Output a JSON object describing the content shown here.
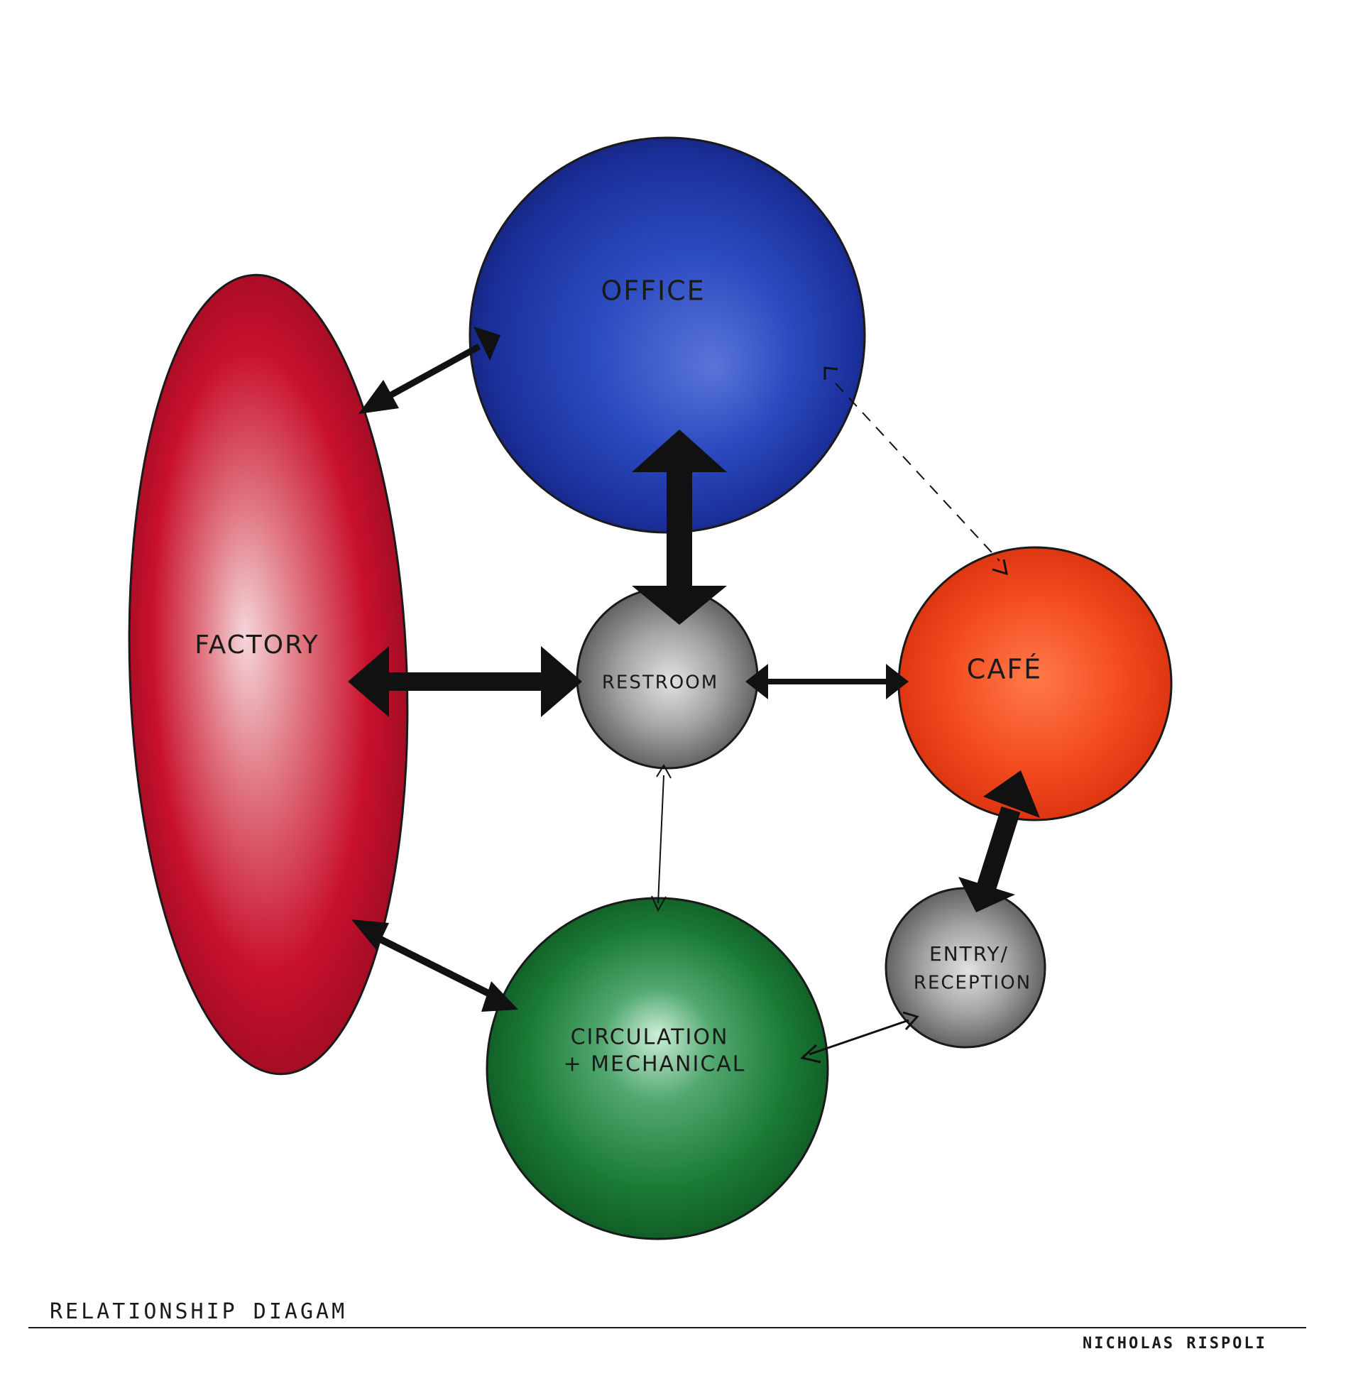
{
  "nodes": {
    "factory": {
      "label": "FACTORY",
      "color": "#c8102e"
    },
    "office": {
      "label": "OFFICE",
      "color": "#1f3fb0"
    },
    "restroom": {
      "label": "RESTROOM",
      "color": "#8a8a8a"
    },
    "cafe": {
      "label": "CAFÉ",
      "color": "#f24a1e"
    },
    "circulation": {
      "label_line1": "CIRCULATION",
      "label_line2": "+ MECHANICAL",
      "color": "#1a7a35"
    },
    "entry": {
      "label_line1": "ENTRY/",
      "label_line2": "RECEPTION",
      "color": "#8a8a8a"
    }
  },
  "connections": [
    {
      "from": "FACTORY",
      "to": "OFFICE",
      "strength": "medium",
      "style": "solid"
    },
    {
      "from": "FACTORY",
      "to": "RESTROOM",
      "strength": "strong",
      "style": "solid"
    },
    {
      "from": "FACTORY",
      "to": "CIRCULATION + MECHANICAL",
      "strength": "medium",
      "style": "solid"
    },
    {
      "from": "OFFICE",
      "to": "RESTROOM",
      "strength": "strong",
      "style": "solid"
    },
    {
      "from": "OFFICE",
      "to": "CAFÉ",
      "strength": "weak",
      "style": "dashed"
    },
    {
      "from": "RESTROOM",
      "to": "CAFÉ",
      "strength": "medium",
      "style": "solid"
    },
    {
      "from": "RESTROOM",
      "to": "CIRCULATION + MECHANICAL",
      "strength": "weak",
      "style": "solid"
    },
    {
      "from": "CAFÉ",
      "to": "ENTRY/RECEPTION",
      "strength": "strong",
      "style": "solid"
    },
    {
      "from": "ENTRY/RECEPTION",
      "to": "CIRCULATION + MECHANICAL",
      "strength": "weak",
      "style": "solid"
    }
  ],
  "footer": {
    "title": "RELATIONSHIP DIAGAM",
    "author": "NICHOLAS RISPOLI"
  }
}
